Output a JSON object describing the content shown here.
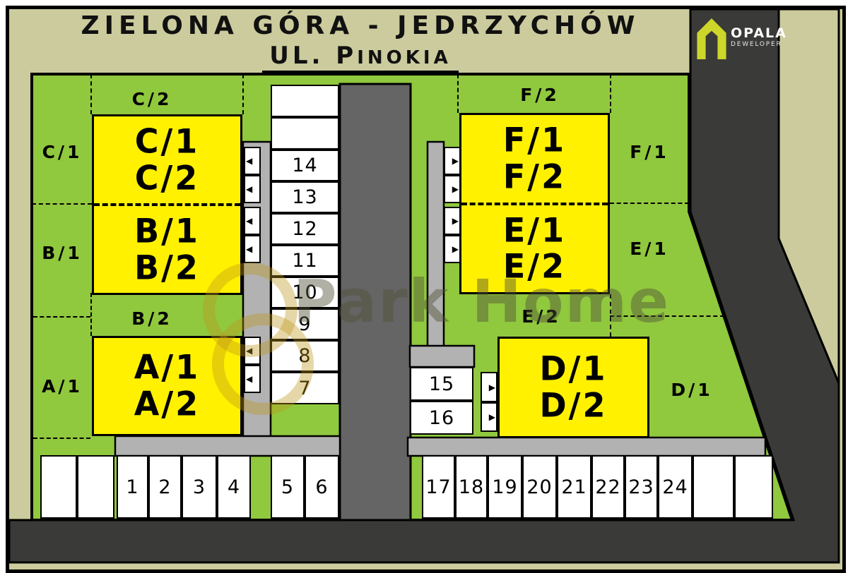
{
  "header": {
    "title": "ZIELONA GÓRA - JEDRZYCHÓW",
    "street_big": "UL. P",
    "street_small": "INOKIA"
  },
  "logo": {
    "name": "OPALA",
    "subtitle": "DEWELOPER"
  },
  "watermark": {
    "text": "Park Home"
  },
  "buildings": {
    "cb": {
      "lines": [
        "C/1",
        "C/2",
        "B/1",
        "B/2"
      ]
    },
    "a": {
      "lines": [
        "A/1",
        "A/2"
      ]
    },
    "fe": {
      "lines": [
        "F/1",
        "F/2",
        "E/1",
        "E/2"
      ]
    },
    "d": {
      "lines": [
        "D/1",
        "D/2"
      ]
    }
  },
  "plots": {
    "c2": "C/2",
    "c1": "C/1",
    "b1": "B/1",
    "b2": "B/2",
    "a1": "A/1",
    "f2": "F/2",
    "f1": "F/1",
    "e1": "E/1",
    "e2": "E/2",
    "d1": "D/1"
  },
  "parking": {
    "left_row": [
      "",
      "",
      "1",
      "2",
      "3",
      "4",
      "5",
      "6"
    ],
    "middle_col": [
      "",
      "",
      "14",
      "13",
      "12",
      "11",
      "10",
      "9",
      "8",
      "7"
    ],
    "side_spots": [
      "15",
      "16"
    ],
    "right_row": [
      "17",
      "18",
      "19",
      "20",
      "21",
      "22",
      "23",
      "24",
      "",
      ""
    ]
  },
  "icons": {
    "arrow_left": "◀",
    "arrow_right": "▶"
  },
  "colors": {
    "background_tan": "#cbcb9d",
    "site_green": "#90c83e",
    "building_yellow": "#fff100",
    "road_mid_gray": "#656565",
    "driveway_gray": "#b2b2b2",
    "road_dark": "#3a3a38",
    "logo_accent": "#ccd62b"
  }
}
